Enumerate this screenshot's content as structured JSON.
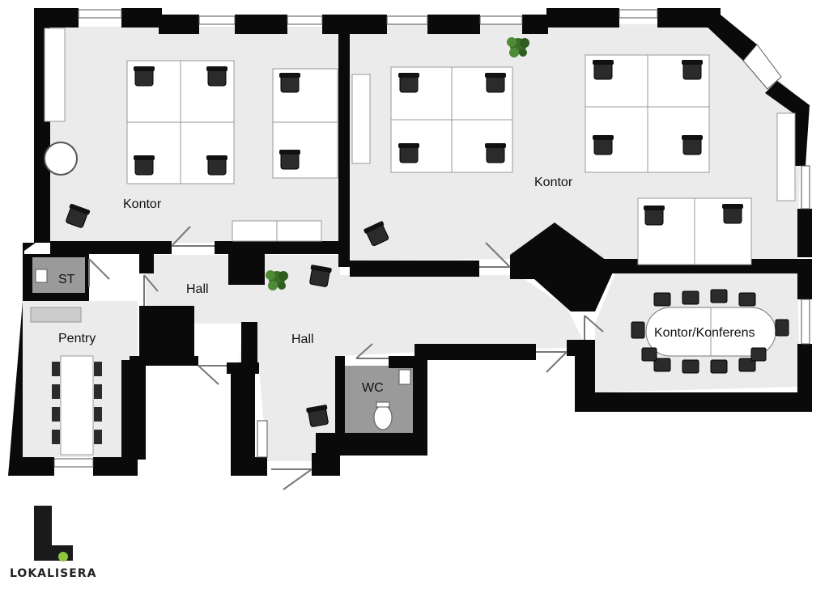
{
  "rooms": {
    "office_left": "Kontor",
    "office_right": "Kontor",
    "storage": "ST",
    "hall_upper": "Hall",
    "hall_main": "Hall",
    "pantry": "Pentry",
    "wc": "WC",
    "conference": "Kontor/Konferens"
  },
  "brand": {
    "name": "LOKALISERA"
  },
  "colors": {
    "wall": "#0a0a0a",
    "floor": "#ebebeb",
    "wet_floor": "#9a9a9a",
    "desk": "#ffffff",
    "chair": "#2b2b2b",
    "plant": "#3c6e2a",
    "brand_accent": "#8cc63f"
  }
}
